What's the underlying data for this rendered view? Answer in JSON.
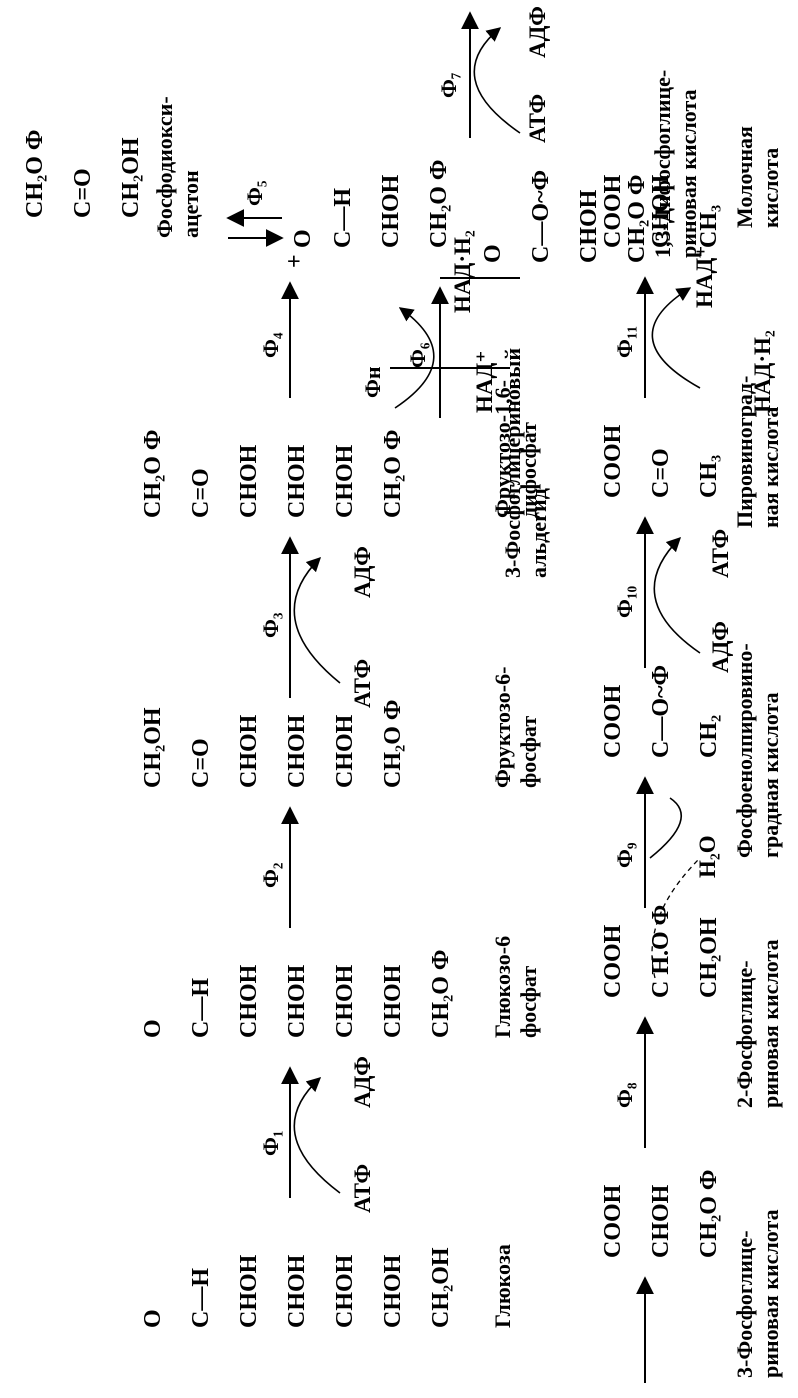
{
  "compounds": {
    "glucose": {
      "name": "Глюкоза",
      "rows": [
        "O",
        "C—H",
        "CHOH",
        "CHOH",
        "CHOH",
        "CHOH",
        "CH₂OH"
      ]
    },
    "g6p": {
      "name_lines": [
        "Глюкозо-6",
        "фосфат"
      ],
      "rows": [
        "O",
        "C—H",
        "CHOH",
        "CHOH",
        "CHOH",
        "CHOH",
        "CH₂O Ф"
      ]
    },
    "f6p": {
      "name_lines": [
        "Фруктозо-6-",
        "фосфат"
      ],
      "rows": [
        "CH₂OH",
        "C=O",
        "CHOH",
        "CHOH",
        "CHOH",
        "CH₂O Ф"
      ]
    },
    "f16dp": {
      "name_lines": [
        "Фруктозо-1,6-",
        "дифосфат"
      ],
      "rows": [
        "CH₂O Ф",
        "C=O",
        "CHOH",
        "CHOH",
        "CHOH",
        "CH₂O Ф"
      ]
    },
    "dhap": {
      "name_lines": [
        "Фосфодиокси-",
        "ацетон"
      ],
      "rows": [
        "CH₂O Ф",
        "C=O",
        "CH₂OH"
      ]
    },
    "gap": {
      "name_lines": [
        "3-Фосфоглицериновый",
        "альдегид"
      ],
      "rows": [
        "O",
        "C—H",
        "CHOH",
        "CH₂O Ф"
      ]
    },
    "bpg": {
      "name_lines": [
        "1,3-Дифосфоглице-",
        "риновая кислота"
      ],
      "rows": [
        "O",
        "C—O~Ф",
        "CHOH",
        "CH₂O Ф"
      ]
    },
    "pg3": {
      "name_lines": [
        "3-Фосфоглице-",
        "риновая кислота"
      ],
      "rows": [
        "COOH",
        "CHOH",
        "CH₂O Ф"
      ]
    },
    "pg2": {
      "name_lines": [
        "2-Фосфоглице-",
        "риновая кислота"
      ],
      "rows": [
        "COOH",
        "C H.O Ф",
        "CH₂OH"
      ]
    },
    "pep": {
      "name_lines": [
        "Фосфоенолпировино-",
        "градная кислота"
      ],
      "rows": [
        "COOH",
        "C—O~Ф",
        "CH₂"
      ]
    },
    "pyruvate": {
      "name_lines": [
        "Пировиноград-",
        "ная кислота"
      ],
      "rows": [
        "COOH",
        "C=O",
        "CH₃"
      ]
    },
    "lactate": {
      "name_lines": [
        "Молочная",
        "кислота"
      ],
      "rows": [
        "COOH",
        "CHOH",
        "CH₃"
      ]
    }
  },
  "enzymes": [
    "Ф₁",
    "Ф₂",
    "Ф₃",
    "Ф₄",
    "Ф₅",
    "Ф₆",
    "Ф₇",
    "Ф₈",
    "Ф₉",
    "Ф₁₀",
    "Ф₁₁",
    "Фн"
  ],
  "side": {
    "atp": "АТФ",
    "adp": "АДФ",
    "nad": "НАД⁺",
    "nadh": "НАД·Н₂",
    "water": "H₂O",
    "plus": "+"
  }
}
